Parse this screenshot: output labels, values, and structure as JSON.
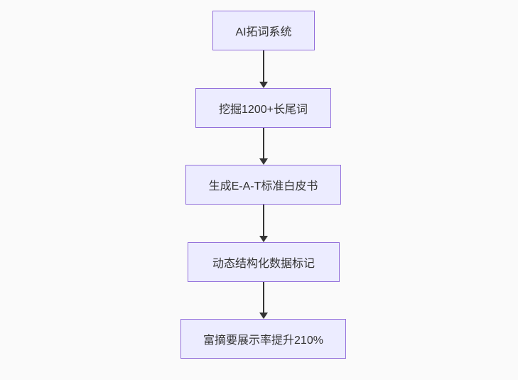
{
  "diagram": {
    "type": "flowchart",
    "direction": "top-down",
    "background_color": "#fafafa",
    "node_fill_color": "#ececff",
    "node_border_color": "#9370db",
    "node_text_color": "#333333",
    "arrow_color": "#333333",
    "nodes": [
      {
        "id": "node-1",
        "label": "AI拓词系统"
      },
      {
        "id": "node-2",
        "label": "挖掘1200+长尾词"
      },
      {
        "id": "node-3",
        "label": "生成E-A-T标准白皮书"
      },
      {
        "id": "node-4",
        "label": "动态结构化数据标记"
      },
      {
        "id": "node-5",
        "label": "富摘要展示率提升210%"
      }
    ],
    "edges": [
      {
        "from": "node-1",
        "to": "node-2"
      },
      {
        "from": "node-2",
        "to": "node-3"
      },
      {
        "from": "node-3",
        "to": "node-4"
      },
      {
        "from": "node-4",
        "to": "node-5"
      }
    ]
  }
}
